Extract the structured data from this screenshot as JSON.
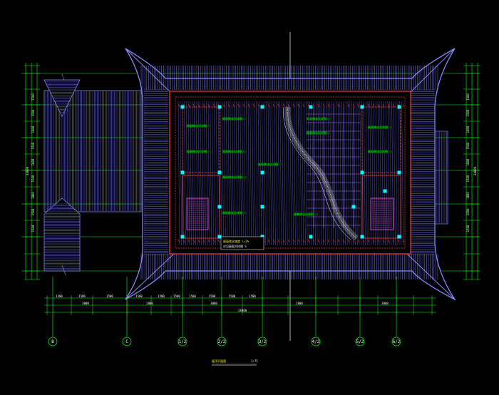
{
  "drawing": {
    "title": "屋顶平面图",
    "scale": "1:75",
    "overall_dim": "24000",
    "left_dim_labels": [
      "1500",
      "1500",
      "1800",
      "1500",
      "1800",
      "1500",
      "1800",
      "1500",
      "1500"
    ],
    "right_dim_labels": [
      "1500",
      "1500",
      "1800",
      "1500",
      "1800",
      "1500",
      "1800",
      "1500",
      "1500"
    ],
    "bottom_dims_row1": [
      "1500",
      "1500",
      "1500",
      "1500",
      "1500",
      "1500",
      "1500",
      "1500",
      "1500",
      "1500"
    ],
    "bottom_dims_row2": [
      "3000",
      "2800",
      "3000",
      "2800",
      "3000"
    ],
    "axis_bubbles": [
      "B",
      "C",
      "1/2",
      "2/2",
      "3/2",
      "4/2",
      "5/2",
      "6/2"
    ],
    "note_labels": [
      "屋面做法见详图",
      "屋面做法见详图",
      "屋面做法见详图",
      "屋面做法见详图",
      "屋面做法见详图",
      "屋面做法见详图",
      "天沟做法见详图",
      "屋面做法见详图",
      "屋面做法见详图",
      "屋脊做法见详图",
      "屋面做法见详图",
      "屋面做法见详图"
    ],
    "callout": [
      "屋面排水坡度 i=2%",
      "详见屋面大样图 S"
    ]
  }
}
